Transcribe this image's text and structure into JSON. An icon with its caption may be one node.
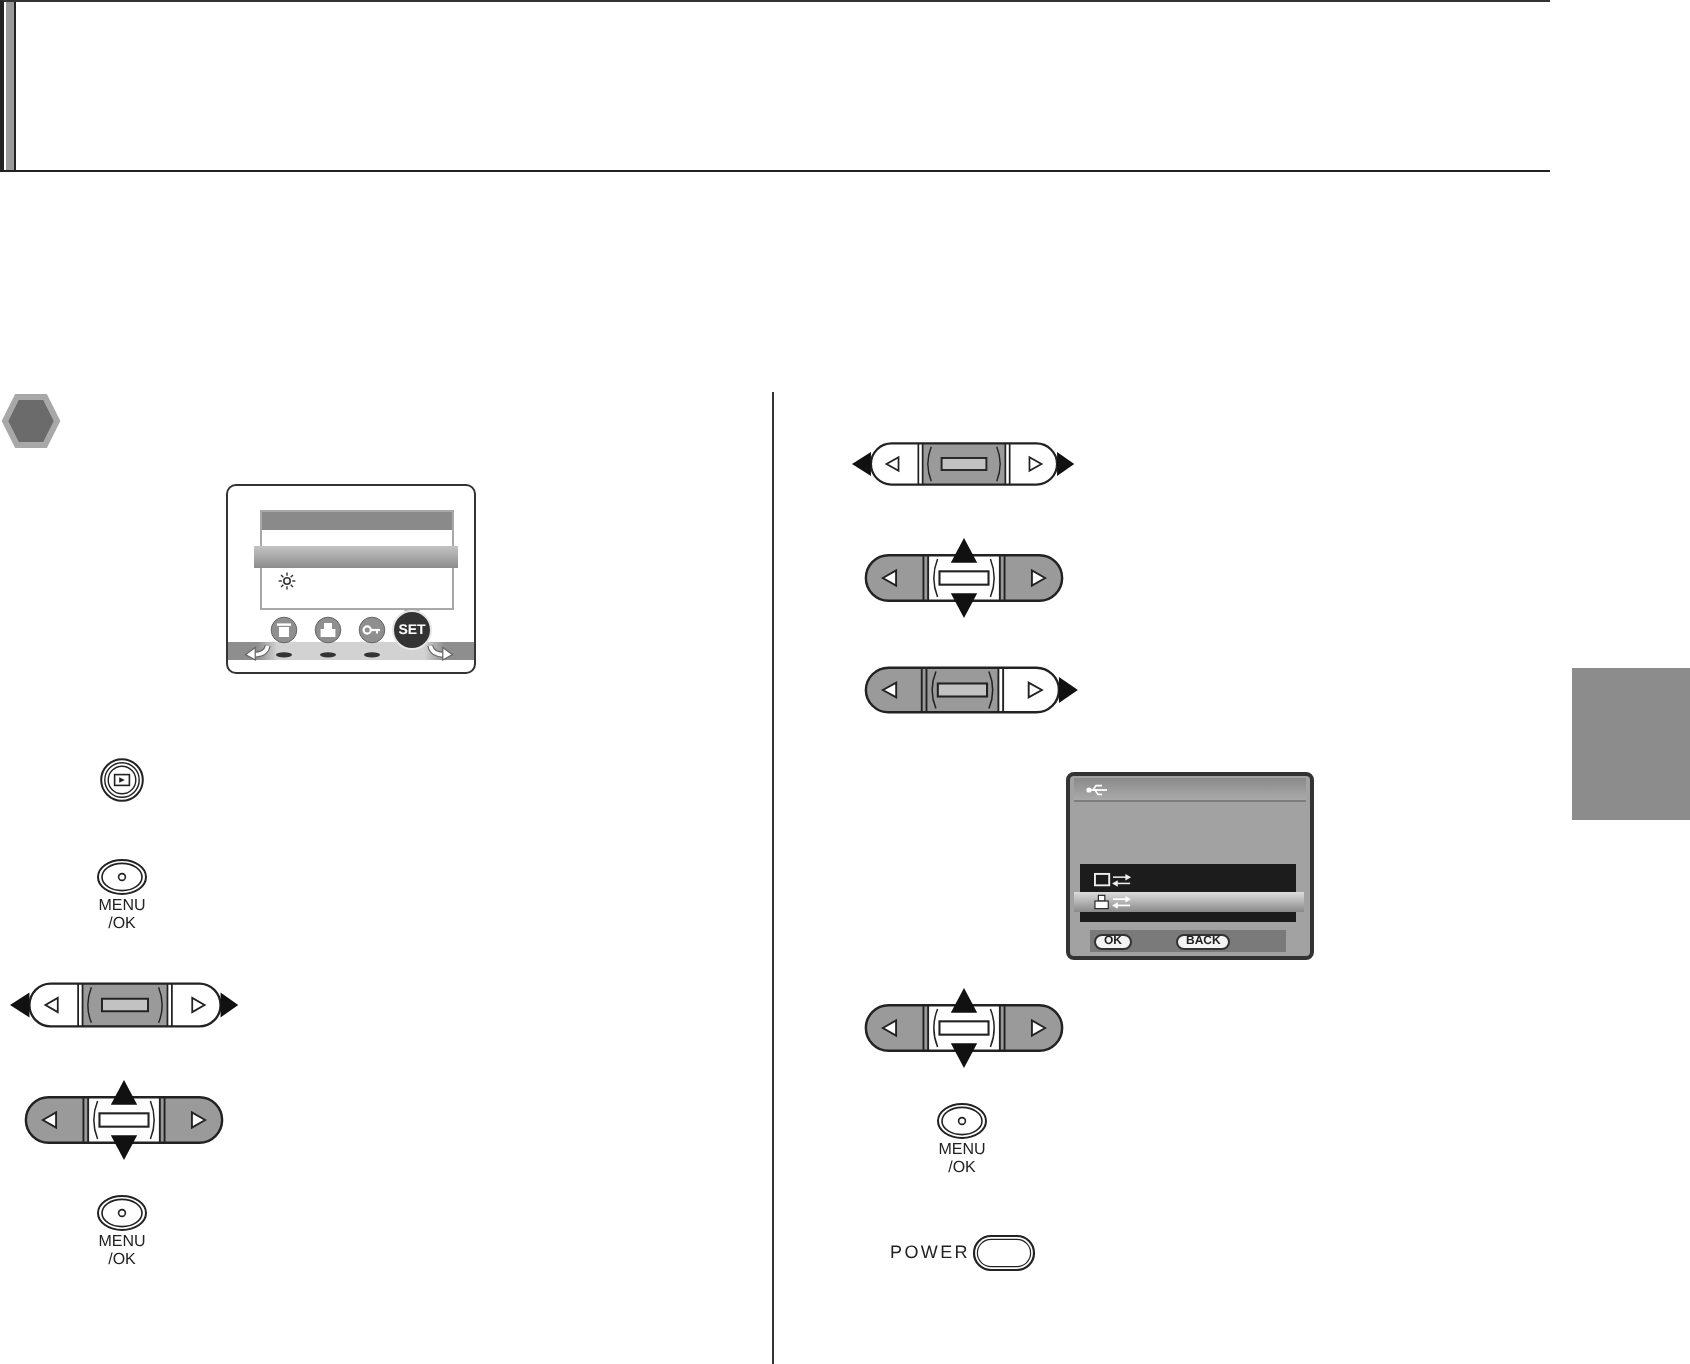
{
  "diagram": {
    "nodes": [
      {
        "text": [],
        "shape": "box"
      }
    ],
    "labels": [
      "SET",
      "MENU /OK",
      "MENU /OK",
      "OK",
      "BACK",
      "MENU /OK",
      "POWER"
    ]
  }
}
